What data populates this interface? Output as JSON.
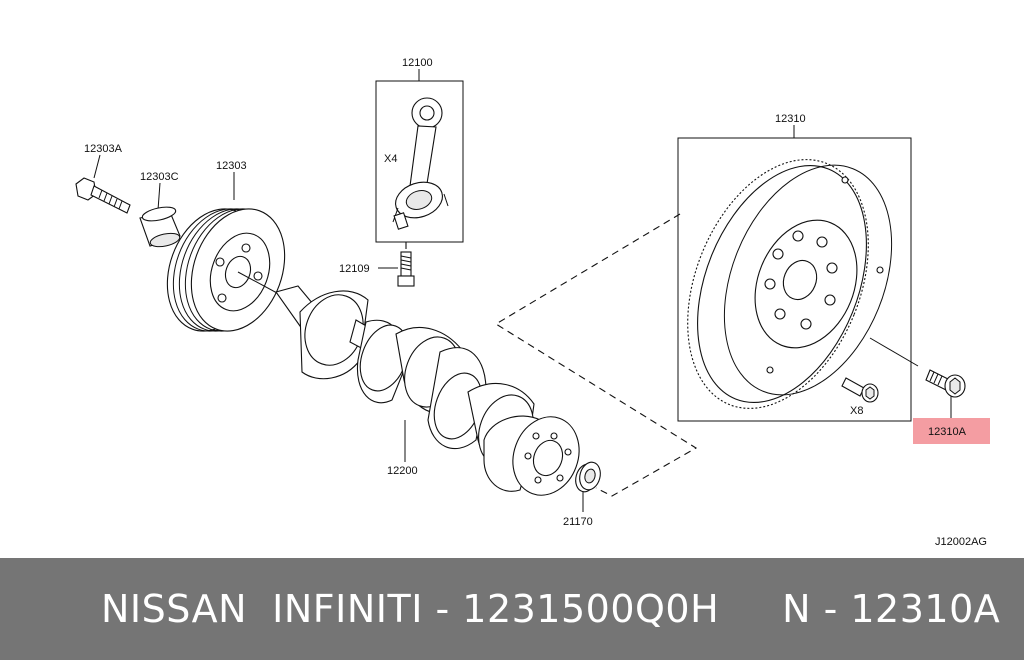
{
  "diagram": {
    "labels": {
      "connecting_rod": "12100",
      "connecting_rod_qty": "X4",
      "rod_bolt": "12109",
      "bolt": "12303A",
      "washer": "12303C",
      "pulley": "12303",
      "crankshaft": "12200",
      "flywheel": "12310",
      "flywheel_bolt_qty": "X8",
      "flywheel_bolt": "12310A",
      "pilot_bushing": "21170",
      "figure_code": "J12002AG"
    },
    "highlight_color": "#f49da2"
  },
  "banner": {
    "text": "NISSAN  INFINITI - 1231500Q0H     N - 12310A",
    "background": "#757575"
  }
}
